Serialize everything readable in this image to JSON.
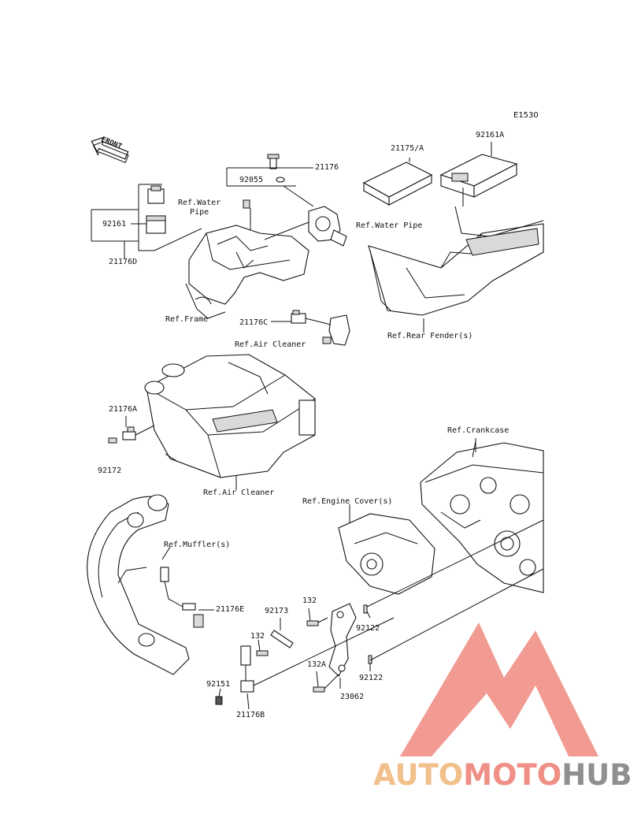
{
  "diagram_code": "E1530",
  "front_arrow_text": "FRONT",
  "labels": {
    "p21176": "21176",
    "p92055": "92055",
    "ref_water_pipe_left": "Ref.Water\nPipe",
    "ref_water_pipe_right": "Ref.Water Pipe",
    "p92161": "92161",
    "p21176D": "21176D",
    "ref_frame": "Ref.Frame",
    "p21176C": "21176C",
    "ref_air_cleaner_top": "Ref.Air Cleaner",
    "p21175A": "21175/A",
    "p92161A": "92161A",
    "ref_rear_fender": "Ref.Rear Fender(s)",
    "p21176A": "21176A",
    "p92172": "92172",
    "ref_air_cleaner_mid": "Ref.Air Cleaner",
    "ref_crankcase": "Ref.Crankcase",
    "ref_engine_cover": "Ref.Engine Cover(s)",
    "ref_muffler": "Ref.Muffler(s)",
    "p21176E": "21176E",
    "p92173": "92173",
    "p132_top": "132",
    "p92122_top": "92122",
    "p132_mid": "132",
    "p132A": "132A",
    "p92122_bot": "92122",
    "p23062": "23062",
    "p92151": "92151",
    "p21176B": "21176B"
  },
  "watermark": {
    "part1": "AUTO",
    "part2": "MOTO",
    "part3": "HUB",
    "colors": {
      "auto": "#f2c08b",
      "moto": "#ef8f86",
      "hub": "#8f8f8f",
      "logo": "#f08a80"
    }
  }
}
